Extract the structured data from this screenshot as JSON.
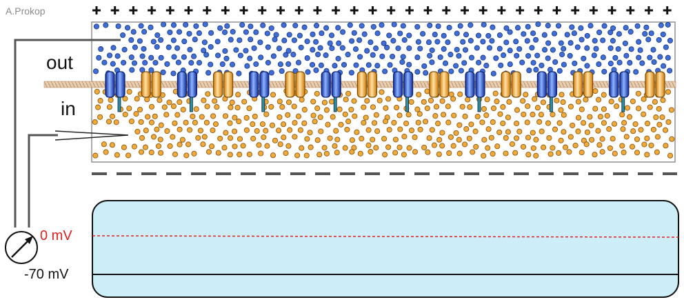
{
  "author": "A.Prokop",
  "regions": {
    "outside": "out",
    "inside": "in"
  },
  "voltage": {
    "zero_label": "0 mV",
    "resting_label": "-70 mV"
  },
  "colors": {
    "outside_ion": "#3f6fd6",
    "inside_ion": "#f1a93a",
    "channel_blue": "#2b55c9",
    "channel_orange": "#ef9a1a",
    "membrane": "#e7c9a9",
    "trace_bg": "#cdeef8",
    "zero_line": "#e02020"
  },
  "icons": {
    "plus": "plus-icon",
    "voltmeter": "voltmeter-icon"
  }
}
